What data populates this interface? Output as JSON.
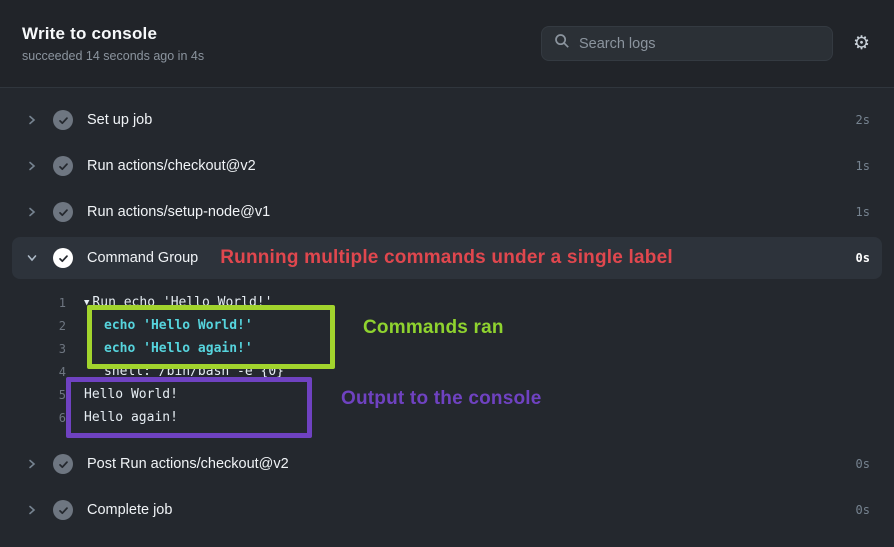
{
  "header": {
    "title": "Write to console",
    "subtitle": "succeeded 14 seconds ago in 4s",
    "search_placeholder": "Search logs"
  },
  "steps": [
    {
      "label": "Set up job",
      "duration": "2s",
      "state": "collapsed"
    },
    {
      "label": "Run actions/checkout@v2",
      "duration": "1s",
      "state": "collapsed"
    },
    {
      "label": "Run actions/setup-node@v1",
      "duration": "1s",
      "state": "collapsed"
    },
    {
      "label": "Command Group",
      "duration": "0s",
      "state": "expanded",
      "annotation": "Running multiple commands under a single label"
    },
    {
      "label": "Post Run actions/checkout@v2",
      "duration": "0s",
      "state": "collapsed"
    },
    {
      "label": "Complete job",
      "duration": "0s",
      "state": "collapsed"
    }
  ],
  "log": {
    "lines": [
      {
        "num": "1",
        "text": "Run echo 'Hello World!'"
      },
      {
        "num": "2",
        "text": "echo 'Hello World!'"
      },
      {
        "num": "3",
        "text": "echo 'Hello again!'"
      },
      {
        "num": "4",
        "text": "shell: /bin/bash -e {0}"
      },
      {
        "num": "5",
        "text": "Hello World!"
      },
      {
        "num": "6",
        "text": "Hello again!"
      }
    ],
    "annotations": {
      "commands_ran": "Commands ran",
      "console_output": "Output to the console"
    }
  },
  "colors": {
    "annotation_red": "#e0474e",
    "annotation_green": "#9ed42c",
    "annotation_purple": "#6f42c1",
    "command_cyan": "#56d4dd",
    "row_highlight": "#2d333b",
    "background": "#24282e"
  }
}
